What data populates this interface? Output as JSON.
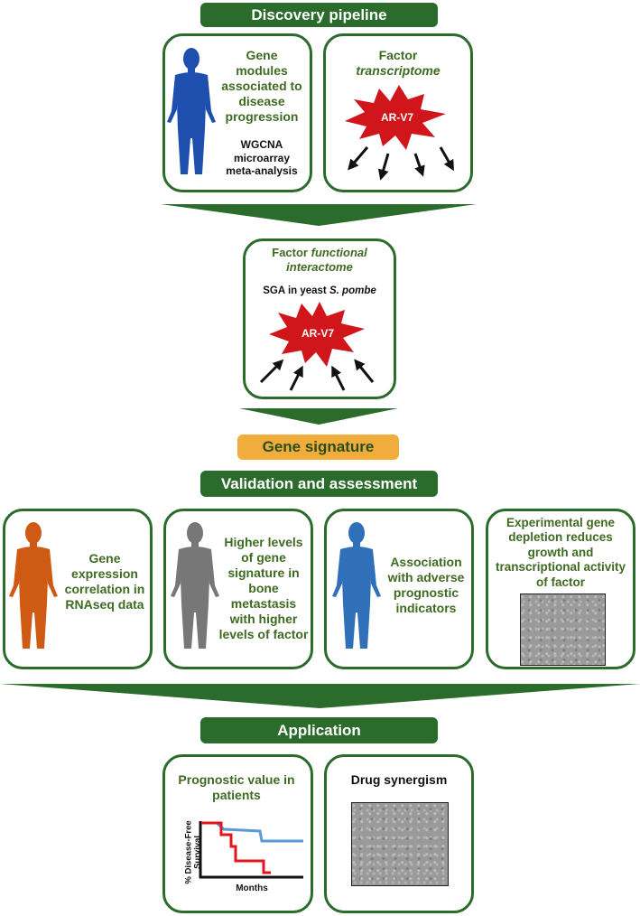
{
  "discovery": {
    "title": "Discovery pipeline",
    "box1_text": "Gene modules associated to disease progression",
    "box1_sub": "WGCNA microarray meta-analysis",
    "box2_title_1": "Factor",
    "box2_title_2": "transcriptome",
    "factor_label": "AR-V7"
  },
  "interactome": {
    "title_1": "Factor",
    "title_2": "functional",
    "title_3": "interactome",
    "sub_1": "SGA in yeast",
    "sub_2": "S. pombe",
    "factor_label": "AR-V7"
  },
  "signature": {
    "title": "Gene signature"
  },
  "validation": {
    "title": "Validation and assessment",
    "box1_text": "Gene expression correlation in RNAseq data",
    "box2_text": "Higher levels of gene signature in bone metastasis with higher levels of factor",
    "box3_text": "Association with adverse prognostic indicators",
    "box4_text": "Experimental gene depletion reduces growth and transcriptional activity of factor"
  },
  "application": {
    "title": "Application",
    "box1_title": "Prognostic value in patients",
    "ylabel": "% Disease-Free Survival",
    "xlabel": "Months",
    "box2_title": "Drug synergism"
  },
  "colors": {
    "dark_green": "#2b6b2b",
    "text_green": "#3e6b22",
    "orange_pill": "#f0ad3c",
    "factor_red": "#d0161b",
    "figure_blue": "#1f4fae",
    "figure_orange": "#cf5a14",
    "figure_gray": "#777777",
    "figure_lightblue": "#2f70b8",
    "curve_blue": "#5b9bd5",
    "curve_red": "#e3161b"
  }
}
